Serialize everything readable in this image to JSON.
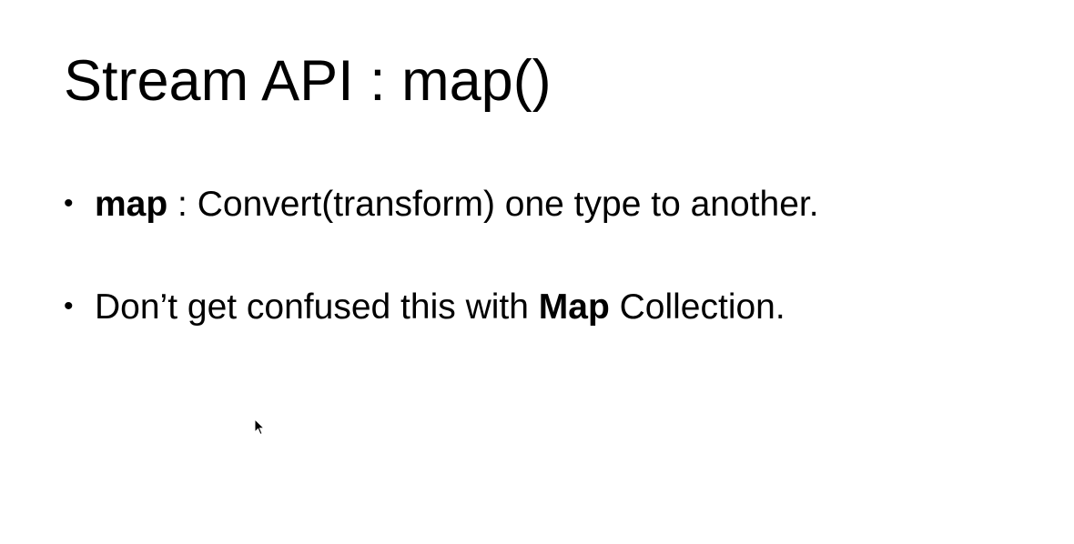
{
  "slide": {
    "title": "Stream API : map()",
    "bullets": [
      {
        "bold_term": "map",
        "rest": " : Convert(transform) one type to another."
      },
      {
        "lead": "Don’t get confused this with ",
        "bold_term": "Map",
        "rest": " Collection."
      }
    ]
  }
}
